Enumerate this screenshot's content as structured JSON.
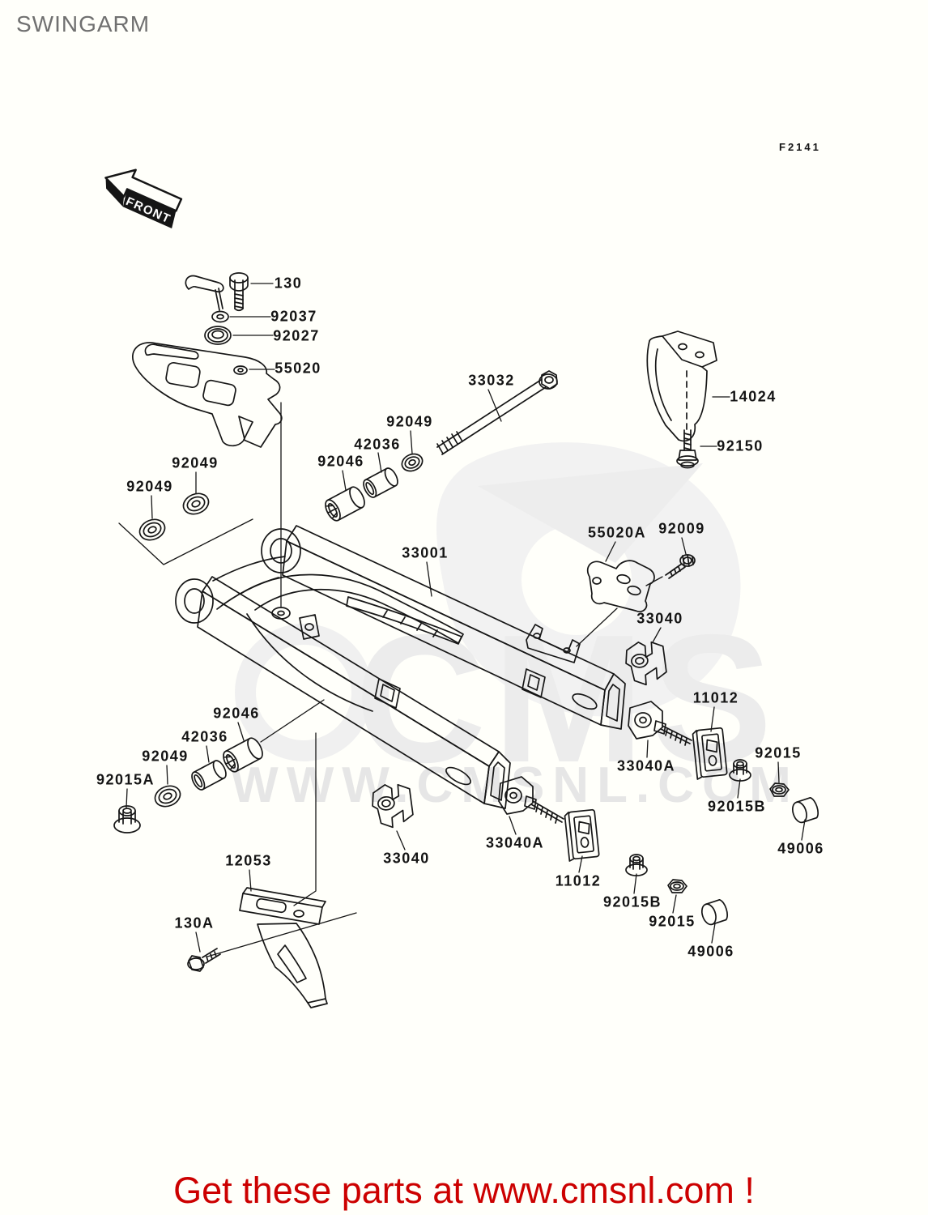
{
  "page": {
    "title": "SWINGARM",
    "figure_code": "F2141"
  },
  "front_arrow": {
    "label": "FRONT"
  },
  "watermark": {
    "brand": "CMS",
    "url": "WWW.CMSNL.COM"
  },
  "footer": {
    "message": "Get these parts at www.cmsnl.com !",
    "color": "#cc0000"
  },
  "diagram": {
    "part_labels": [
      {
        "text": "130"
      },
      {
        "text": "92037"
      },
      {
        "text": "92027"
      },
      {
        "text": "55020"
      },
      {
        "text": "33032"
      },
      {
        "text": "14024"
      },
      {
        "text": "92150"
      },
      {
        "text": "92049"
      },
      {
        "text": "42036"
      },
      {
        "text": "92046"
      },
      {
        "text": "92049"
      },
      {
        "text": "92049"
      },
      {
        "text": "33001"
      },
      {
        "text": "55020A"
      },
      {
        "text": "92009"
      },
      {
        "text": "33040"
      },
      {
        "text": "11012"
      },
      {
        "text": "92015"
      },
      {
        "text": "33040A"
      },
      {
        "text": "92015B"
      },
      {
        "text": "49006"
      },
      {
        "text": "92046"
      },
      {
        "text": "42036"
      },
      {
        "text": "92049"
      },
      {
        "text": "92015A"
      },
      {
        "text": "12053"
      },
      {
        "text": "130A"
      },
      {
        "text": "33040"
      },
      {
        "text": "33040A"
      },
      {
        "text": "11012"
      },
      {
        "text": "92015B"
      },
      {
        "text": "92015"
      },
      {
        "text": "49006"
      }
    ]
  }
}
